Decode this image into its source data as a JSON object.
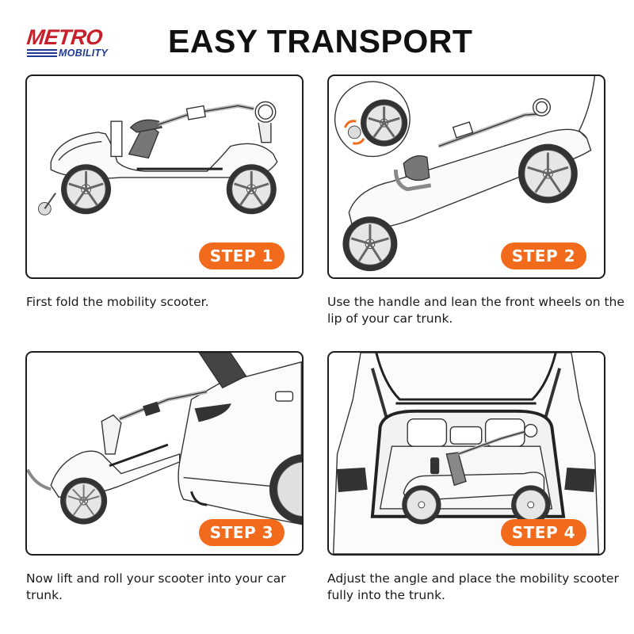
{
  "brand": {
    "name_top": "METRO",
    "name_bottom": "MOBILITY",
    "colors": {
      "red": "#c8202a",
      "blue": "#1f3a93"
    }
  },
  "header": {
    "title": "EASY TRANSPORT"
  },
  "accent_color": "#f26b1d",
  "steps": [
    {
      "badge": "STEP 1",
      "caption": "First fold the mobility scooter.",
      "illustration": "folded-scooter-side-view"
    },
    {
      "badge": "STEP 2",
      "caption": "Use the handle and lean the front wheels on the lip of your car trunk.",
      "illustration": "scooter-tilted-by-handle-with-wheel-inset"
    },
    {
      "badge": "STEP 3",
      "caption": "Now lift and roll your scooter into your car trunk.",
      "illustration": "scooter-rolled-into-car-rear"
    },
    {
      "badge": "STEP 4",
      "caption": "Adjust the angle and place the mobility scooter fully into the trunk.",
      "illustration": "scooter-inside-open-trunk"
    }
  ]
}
